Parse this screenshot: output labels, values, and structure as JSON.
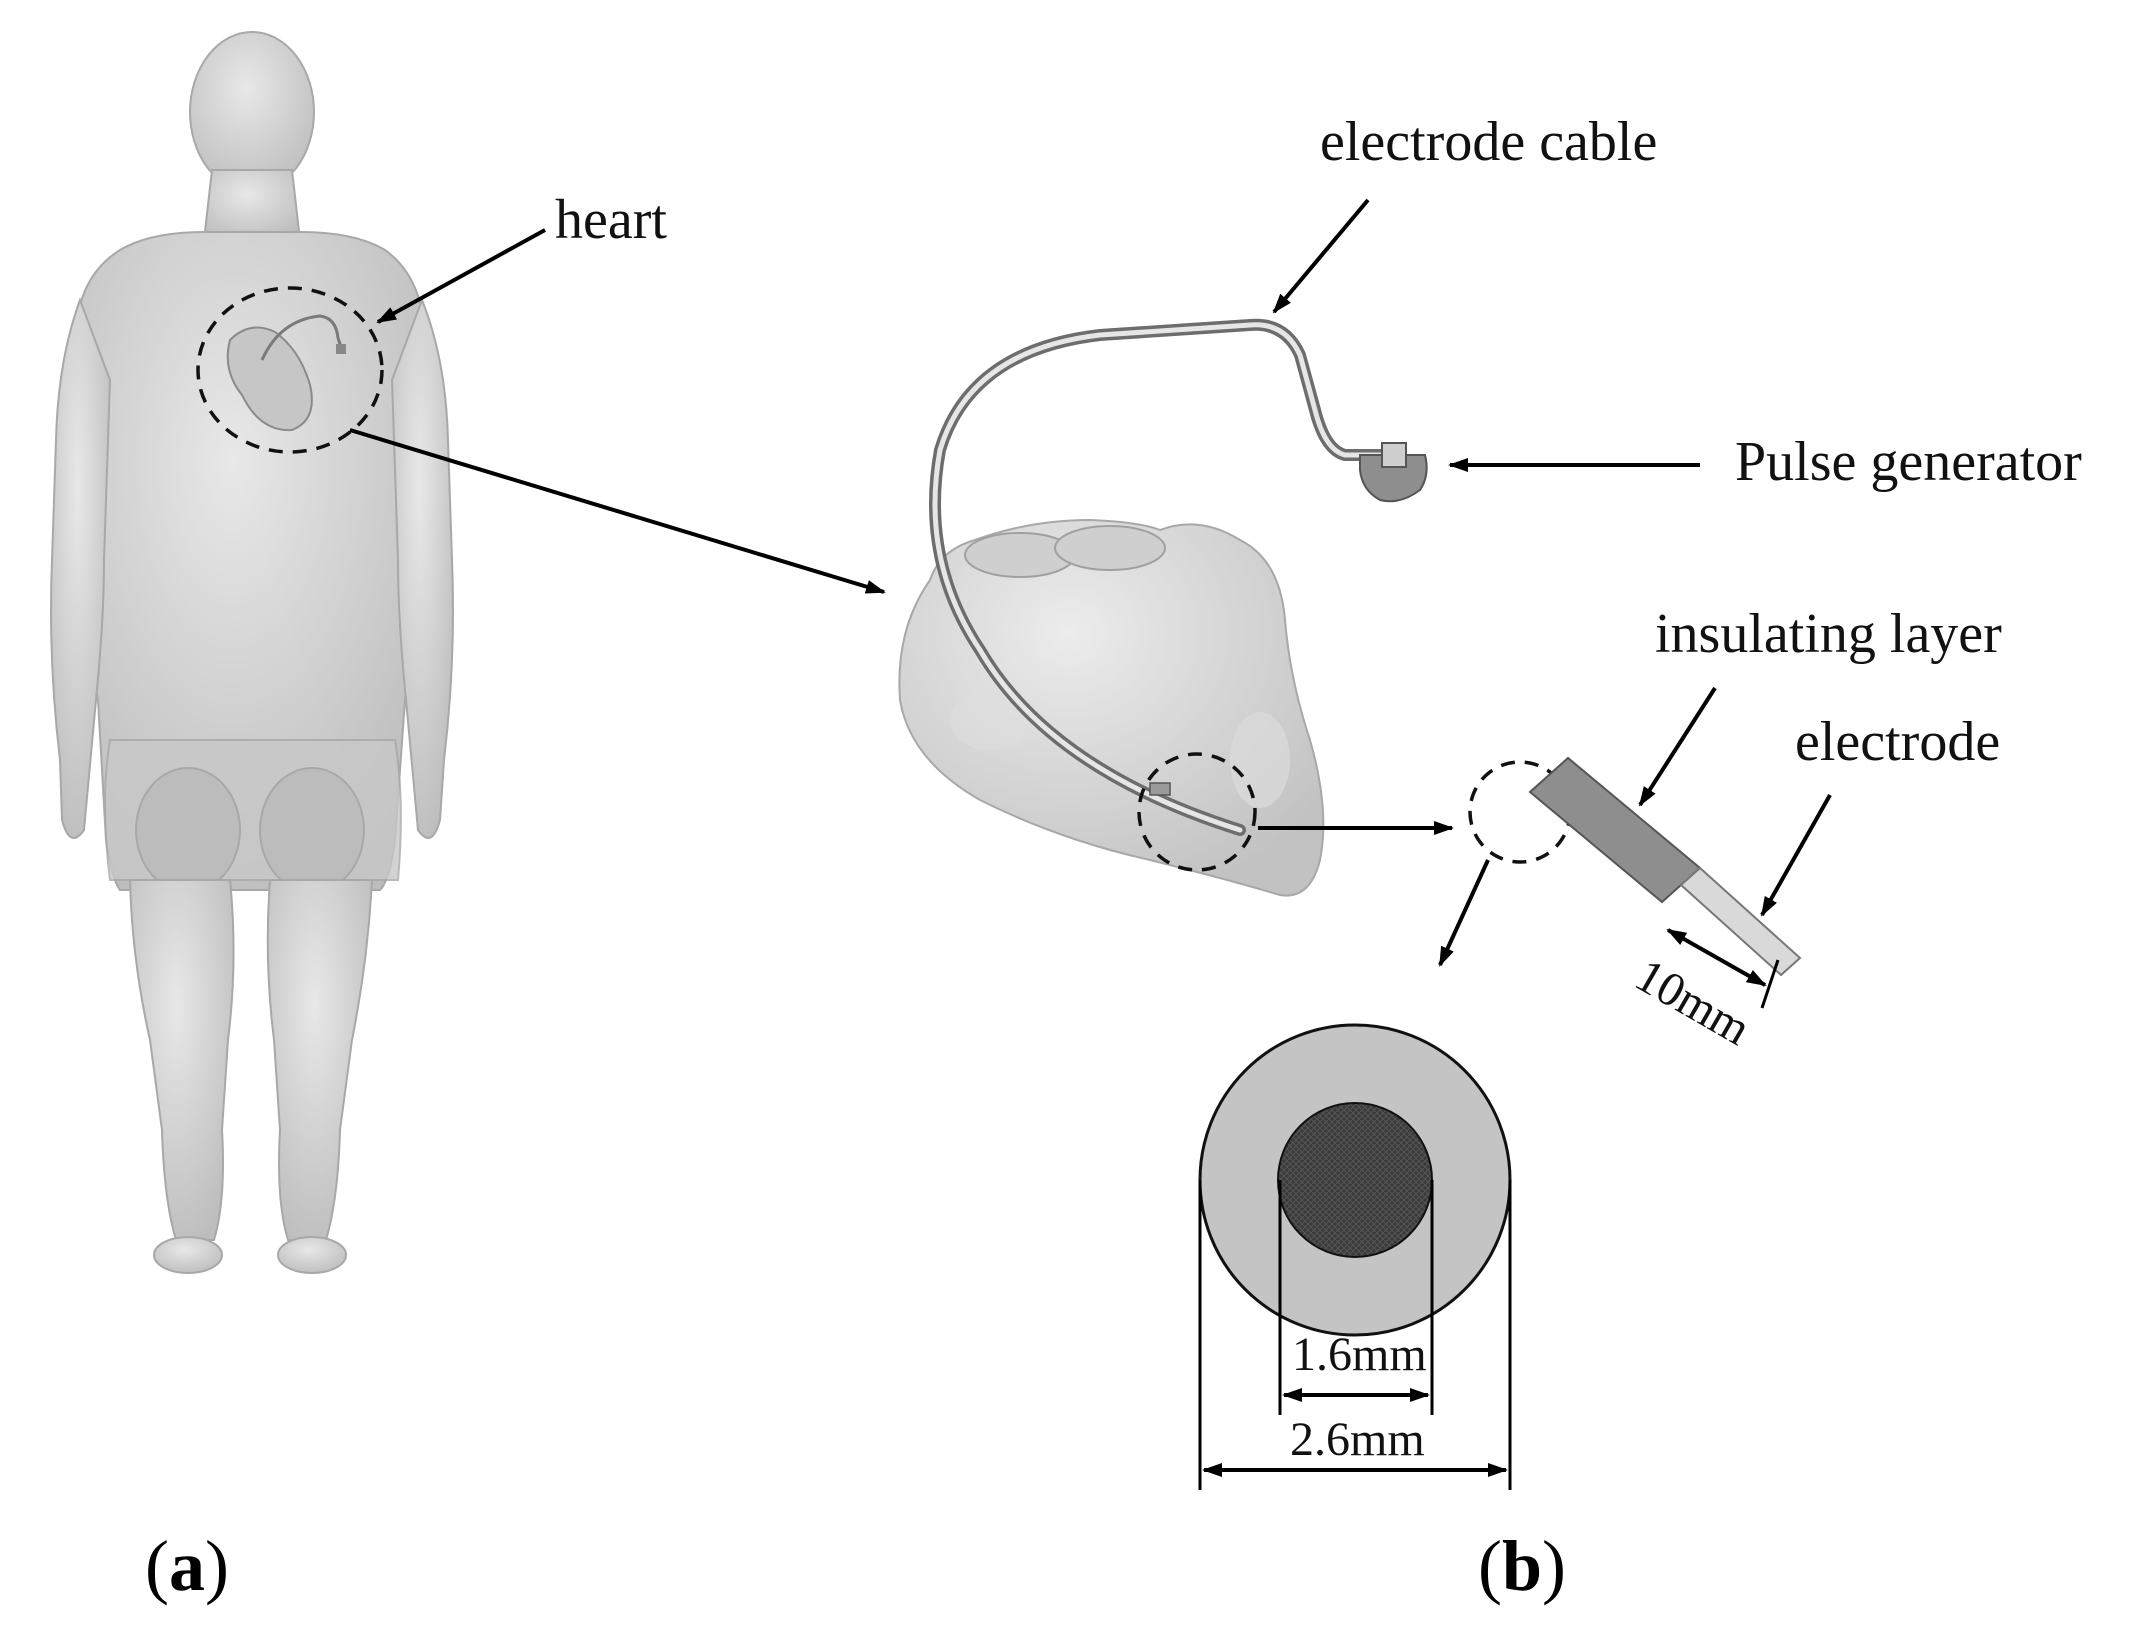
{
  "labels": {
    "heart": "heart",
    "electrode_cable": "electrode cable",
    "pulse_generator": "Pulse generator",
    "insulating_layer": "insulating layer",
    "electrode": "electrode",
    "length_10mm": "10mm",
    "inner_diameter": "1.6mm",
    "outer_diameter": "2.6mm"
  },
  "panels": {
    "a": "a",
    "b": "b",
    "open": "(",
    "close": ")"
  },
  "colors": {
    "body": "#cfcfcf",
    "heart": "#d6d6d6",
    "insulation": "#8e8e8e",
    "electrode_tip": "#d9d9d9",
    "cross_section_outer": "#c4c4c4",
    "cross_section_core": "#3a3a3a",
    "line": "#000000"
  }
}
